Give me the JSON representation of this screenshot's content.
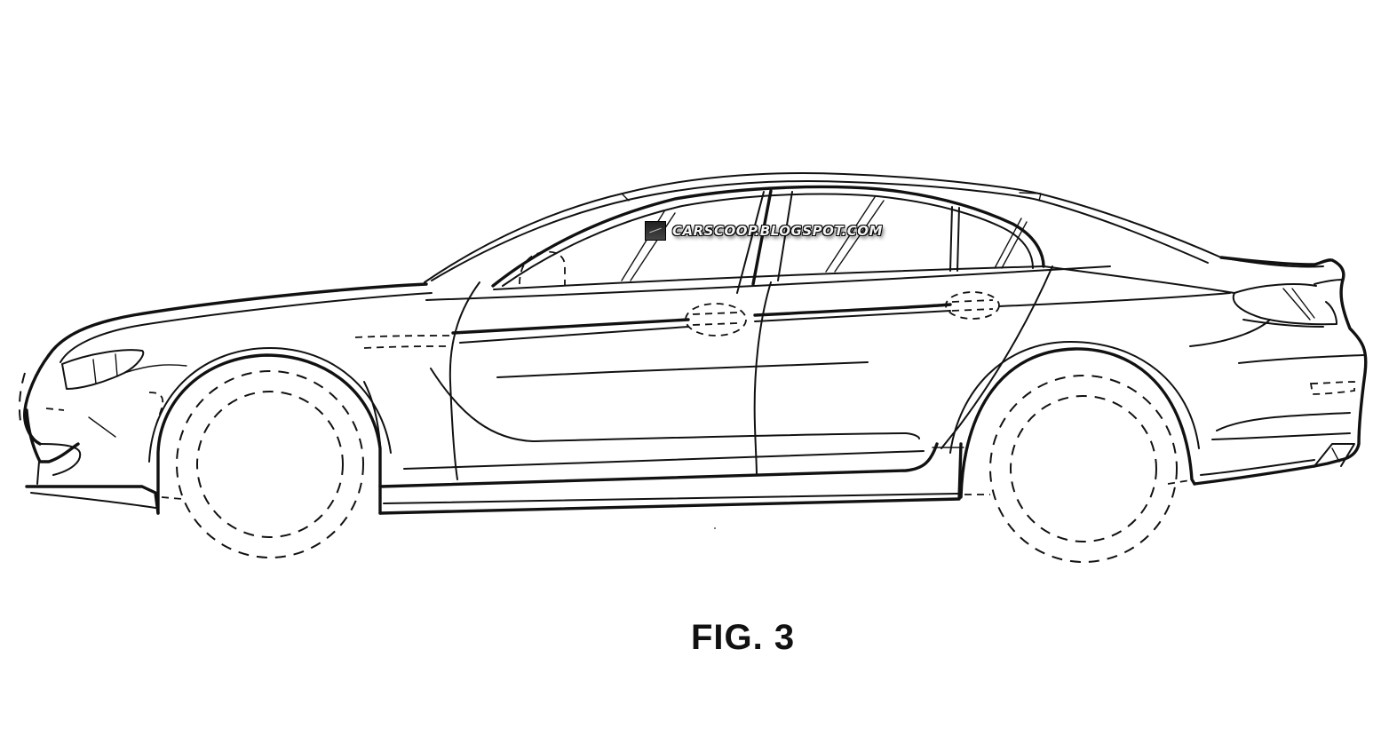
{
  "figure": {
    "caption": "FIG. 3",
    "subject": "car-side-elevation",
    "view": "left side view",
    "line_color": "#111111",
    "background_color": "#ffffff"
  },
  "watermark": {
    "text": "CARSCOOP.BLOGSPOT.COM",
    "logo": "carscoop-logo-icon"
  }
}
